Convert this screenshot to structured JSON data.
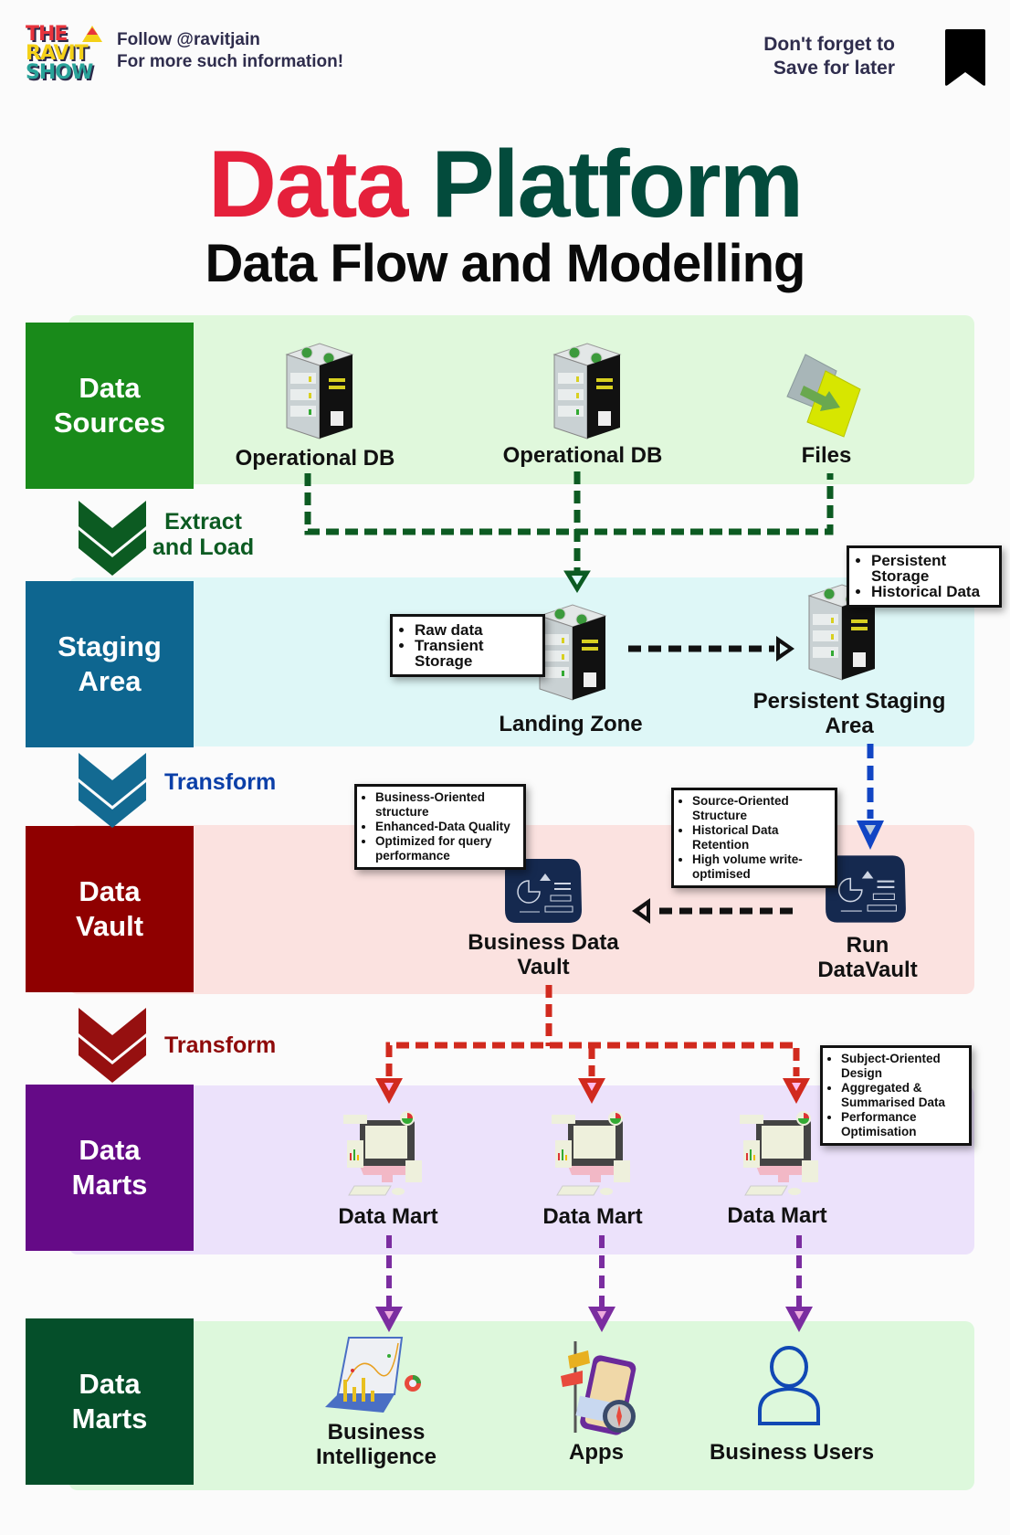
{
  "header": {
    "logo": {
      "line1": "THE",
      "line2": "RAVIT",
      "line3": "SHOW"
    },
    "follow_line1": "Follow @ravitjain",
    "follow_line2": "For more such information!",
    "save_line1": "Don't forget to",
    "save_line2": "Save for later",
    "save_icon": "bookmark-icon"
  },
  "title": {
    "word1": "Data",
    "word2": "Platform",
    "subtitle": "Data Flow and Modelling"
  },
  "colors": {
    "title_red": "#e5203b",
    "title_green": "#034b3c",
    "sources": "#198a1a",
    "staging": "#0e6690",
    "vault": "#8f0000",
    "marts": "#650a87",
    "consumers": "#054f2a",
    "extract_flow": "#0c5b22",
    "transform_blue_text": "#0b3fa8",
    "transform_red_text": "#8f0a0a",
    "vault_to_marts_flow": "#d12a1e",
    "marts_to_consumers_flow": "#7b2da0"
  },
  "bands": [
    {
      "label": "Data\nSources",
      "icon_nodes": [
        {
          "label": "Operational DB",
          "icon": "server-icon"
        },
        {
          "label": "Operational DB",
          "icon": "server-icon"
        },
        {
          "label": "Files",
          "icon": "file-transfer-icon"
        }
      ]
    },
    {
      "label": "Staging\nArea",
      "icon_nodes": [
        {
          "label": "Landing Zone",
          "icon": "server-icon"
        },
        {
          "label": "Persistent Staging\nArea",
          "icon": "server-icon"
        }
      ]
    },
    {
      "label": "Data\nVault",
      "icon_nodes": [
        {
          "label": "Business Data\nVault",
          "icon": "dashboard-icon"
        },
        {
          "label": "Run\nDataVault",
          "icon": "dashboard-icon"
        }
      ]
    },
    {
      "label": "Data\nMarts",
      "icon_nodes": [
        {
          "label": "Data Mart",
          "icon": "workstation-icon"
        },
        {
          "label": "Data Mart",
          "icon": "workstation-icon"
        },
        {
          "label": "Data Mart",
          "icon": "workstation-icon"
        }
      ]
    },
    {
      "label": "Data\nMarts",
      "icon_nodes": [
        {
          "label": "Business\nIntelligence",
          "icon": "bi-laptop-icon"
        },
        {
          "label": "Apps",
          "icon": "mobile-app-icon"
        },
        {
          "label": "Business Users",
          "icon": "user-icon"
        }
      ]
    }
  ],
  "steps": [
    {
      "label": "Extract\nand Load"
    },
    {
      "label": "Transform"
    },
    {
      "label": "Transform"
    }
  ],
  "notes": {
    "landing_zone": [
      "Raw data",
      "Transient Storage"
    ],
    "persistent_staging": [
      "Persistent Storage",
      "Historical Data"
    ],
    "business_vault": [
      "Business-Oriented structure",
      "Enhanced-Data Quality",
      "Optimized for query performance"
    ],
    "raw_vault": [
      "Source-Oriented Structure",
      "Historical Data Retention",
      "High volume write-optimised"
    ],
    "data_marts": [
      "Subject-Oriented Design",
      "Aggregated & Summarised Data",
      "Performance Optimisation"
    ]
  }
}
